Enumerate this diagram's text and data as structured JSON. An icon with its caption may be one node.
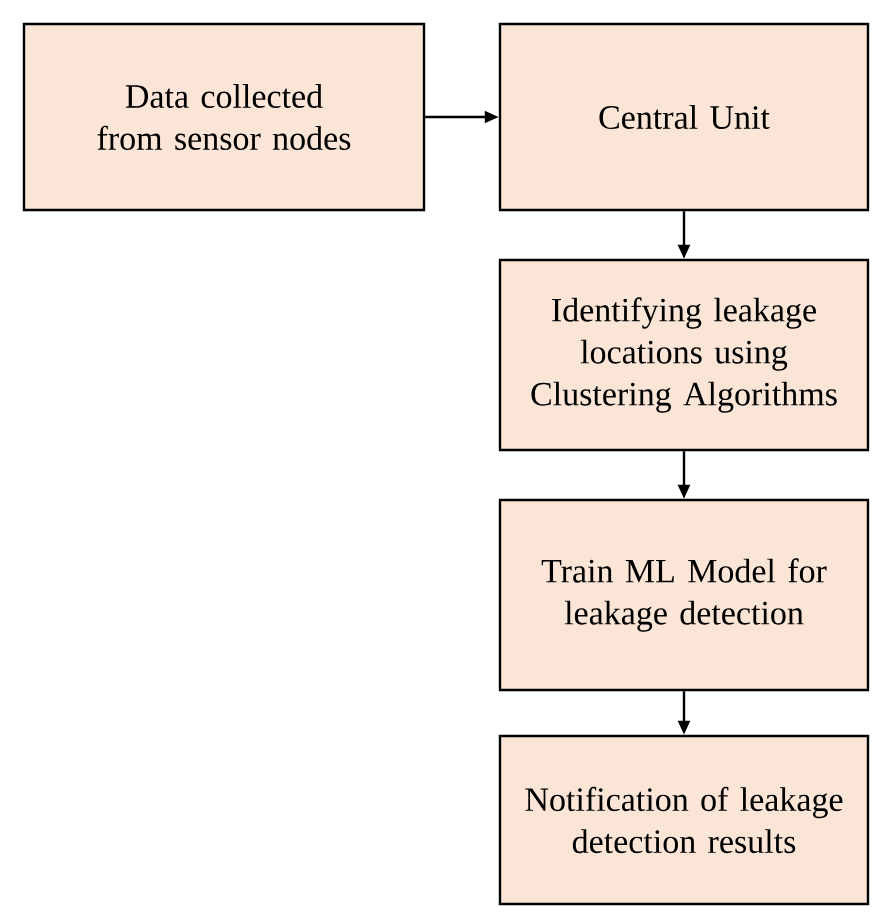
{
  "diagram": {
    "nodes": [
      {
        "text": [
          "Data collected from sensor nodes"
        ]
      },
      {
        "text": [
          "Central Unit"
        ]
      },
      {
        "text": [
          "Identifying leakage locations using Clustering Algorithms"
        ]
      },
      {
        "text": [
          "Train ML Model for leakage detection"
        ]
      },
      {
        "text": [
          "Notification of leakage detection results"
        ]
      }
    ],
    "edges": [
      {
        "from": 0,
        "to": 1,
        "arrow": "to"
      },
      {
        "from": 1,
        "to": 2,
        "arrow": "to"
      },
      {
        "from": 2,
        "to": 3,
        "arrow": "to"
      },
      {
        "from": 3,
        "to": 4,
        "arrow": "to"
      }
    ]
  }
}
